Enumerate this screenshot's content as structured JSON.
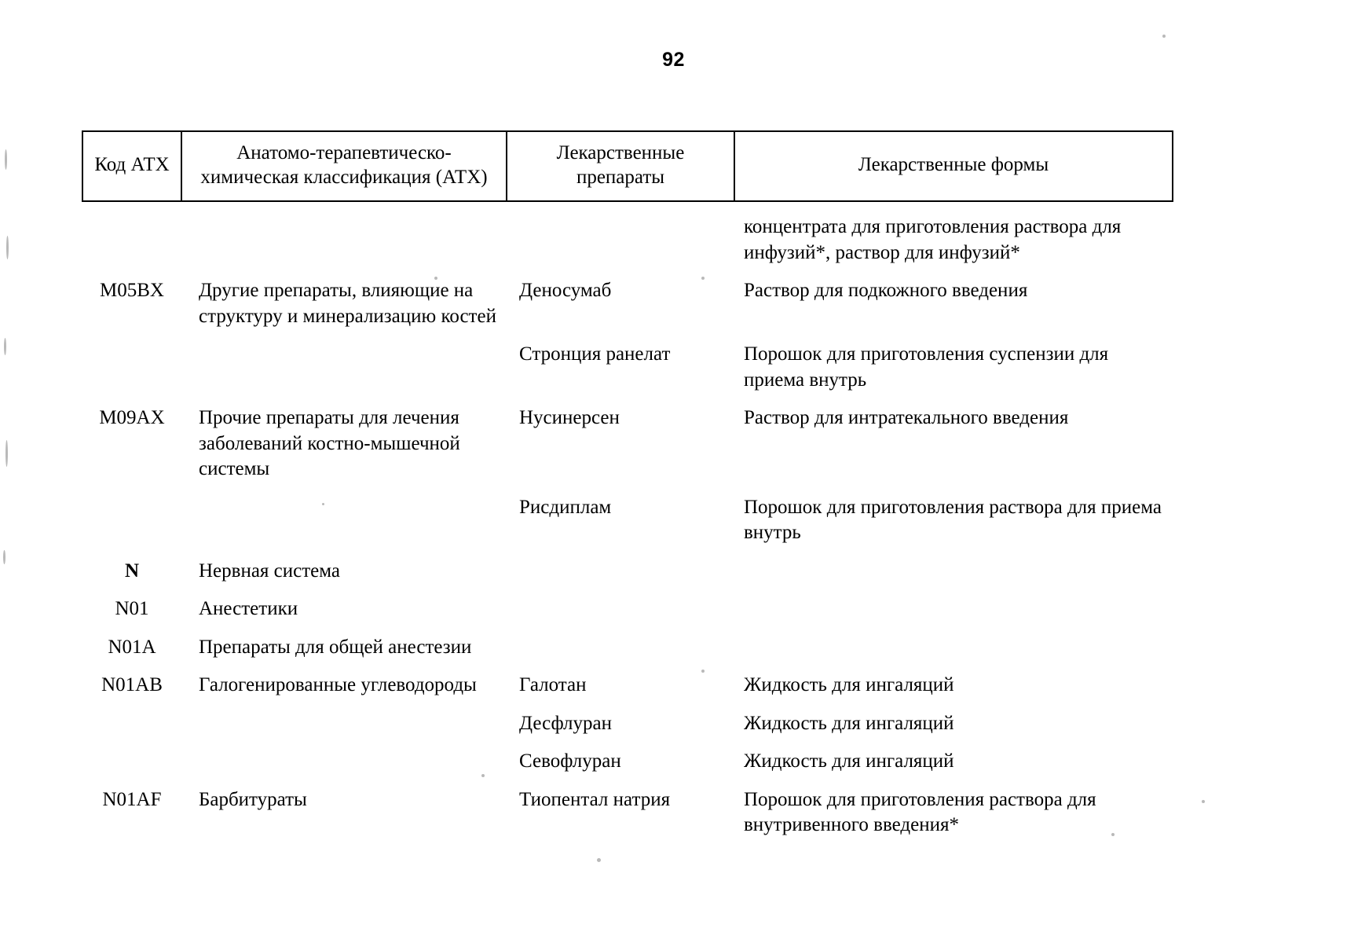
{
  "page": {
    "number": "92"
  },
  "table": {
    "headers": {
      "code": "Код АТХ",
      "classification_line1": "Анатомо-терапевтическо-",
      "classification_line2": "химическая классификация (АТХ)",
      "drugs_line1": "Лекарственные",
      "drugs_line2": "препараты",
      "forms": "Лекарственные формы"
    },
    "rows": [
      {
        "code": "",
        "classification": "",
        "drug": "",
        "form": "концентрата для приготовления раствора для инфузий*, раствор для инфузий*",
        "bold_code": false
      },
      {
        "code": "M05BX",
        "classification": "Другие препараты, влияющие на структуру и минерализацию костей",
        "drug": "Деносумаб",
        "form": "Раствор для подкожного введения",
        "bold_code": false
      },
      {
        "code": "",
        "classification": "",
        "drug": "Стронция ранелат",
        "form": "Порошок для приготовления суспензии для приема внутрь",
        "bold_code": false
      },
      {
        "code": "M09AX",
        "classification": "Прочие препараты для лечения заболеваний костно-мышечной системы",
        "drug": "Нусинерсен",
        "form": "Раствор для интратекального введения",
        "bold_code": false
      },
      {
        "code": "",
        "classification": "",
        "drug": "Рисдиплам",
        "form": "Порошок для приготовления раствора для приема внутрь",
        "bold_code": false
      },
      {
        "code": "N",
        "classification": "Нервная система",
        "drug": "",
        "form": "",
        "bold_code": true
      },
      {
        "code": "N01",
        "classification": "Анестетики",
        "drug": "",
        "form": "",
        "bold_code": false
      },
      {
        "code": "N01A",
        "classification": "Препараты для общей анестезии",
        "drug": "",
        "form": "",
        "bold_code": false
      },
      {
        "code": "N01AB",
        "classification": "Галогенированные углеводороды",
        "drug": "Галотан",
        "form": "Жидкость для ингаляций",
        "bold_code": false
      },
      {
        "code": "",
        "classification": "",
        "drug": "Десфлуран",
        "form": "Жидкость для ингаляций",
        "bold_code": false
      },
      {
        "code": "",
        "classification": "",
        "drug": "Севофлуран",
        "form": "Жидкость для ингаляций",
        "bold_code": false
      },
      {
        "code": "N01AF",
        "classification": "Барбитураты",
        "drug": "Тиопентал натрия",
        "form": "Порошок для приготовления раствора для внутривенного введения*",
        "bold_code": false
      }
    ]
  }
}
